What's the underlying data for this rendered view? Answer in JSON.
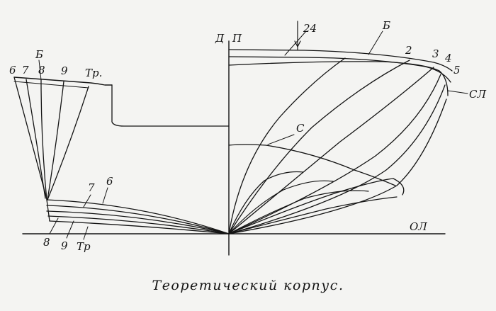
{
  "labels": {
    "d": "Д",
    "p": "П",
    "st24": "24",
    "b_top": "Б",
    "w2": "2",
    "w3": "3",
    "w4": "4",
    "w5": "5",
    "sl": "СЛ",
    "c": "С",
    "ol": "ОЛ",
    "b_left": "Б",
    "l6": "6",
    "l7": "7",
    "l8": "8",
    "l9": "9",
    "tr": "Тр.",
    "bot7": "7",
    "bot6": "6",
    "bot8": "8",
    "bot9": "9",
    "botTr": "Тр"
  },
  "caption": "Теоретический корпус."
}
